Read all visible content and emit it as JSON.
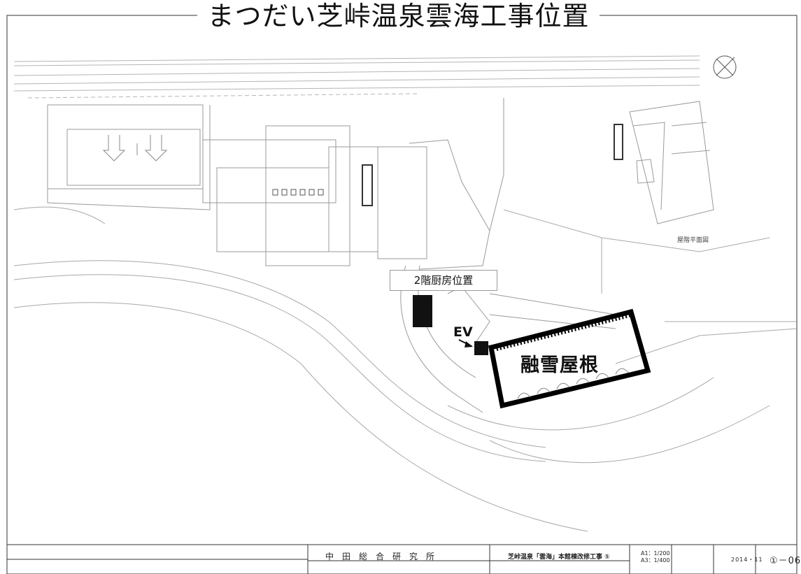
{
  "title": "まつだい芝峠温泉雲海工事位置",
  "labels": {
    "kitchen": "2階厨房位置",
    "ev": "EV",
    "snow_melt_roof": "融雪屋根",
    "roof_floor_plan": "屋階平面図"
  },
  "title_block": {
    "firm": "中田総合研究所",
    "project": "芝峠温泉「雲海」本館棟改修工事 ①",
    "scale": [
      "A1：1/200",
      "A3：1/400"
    ],
    "date": "2014・11",
    "drawing_number": "①－06"
  },
  "colors": {
    "line": "#9a9a9a",
    "ink": "#111111",
    "roof_outline": "#000000"
  },
  "icons": [
    "compass-icon",
    "ev-arrow-icon",
    "north-arrow-icon"
  ]
}
